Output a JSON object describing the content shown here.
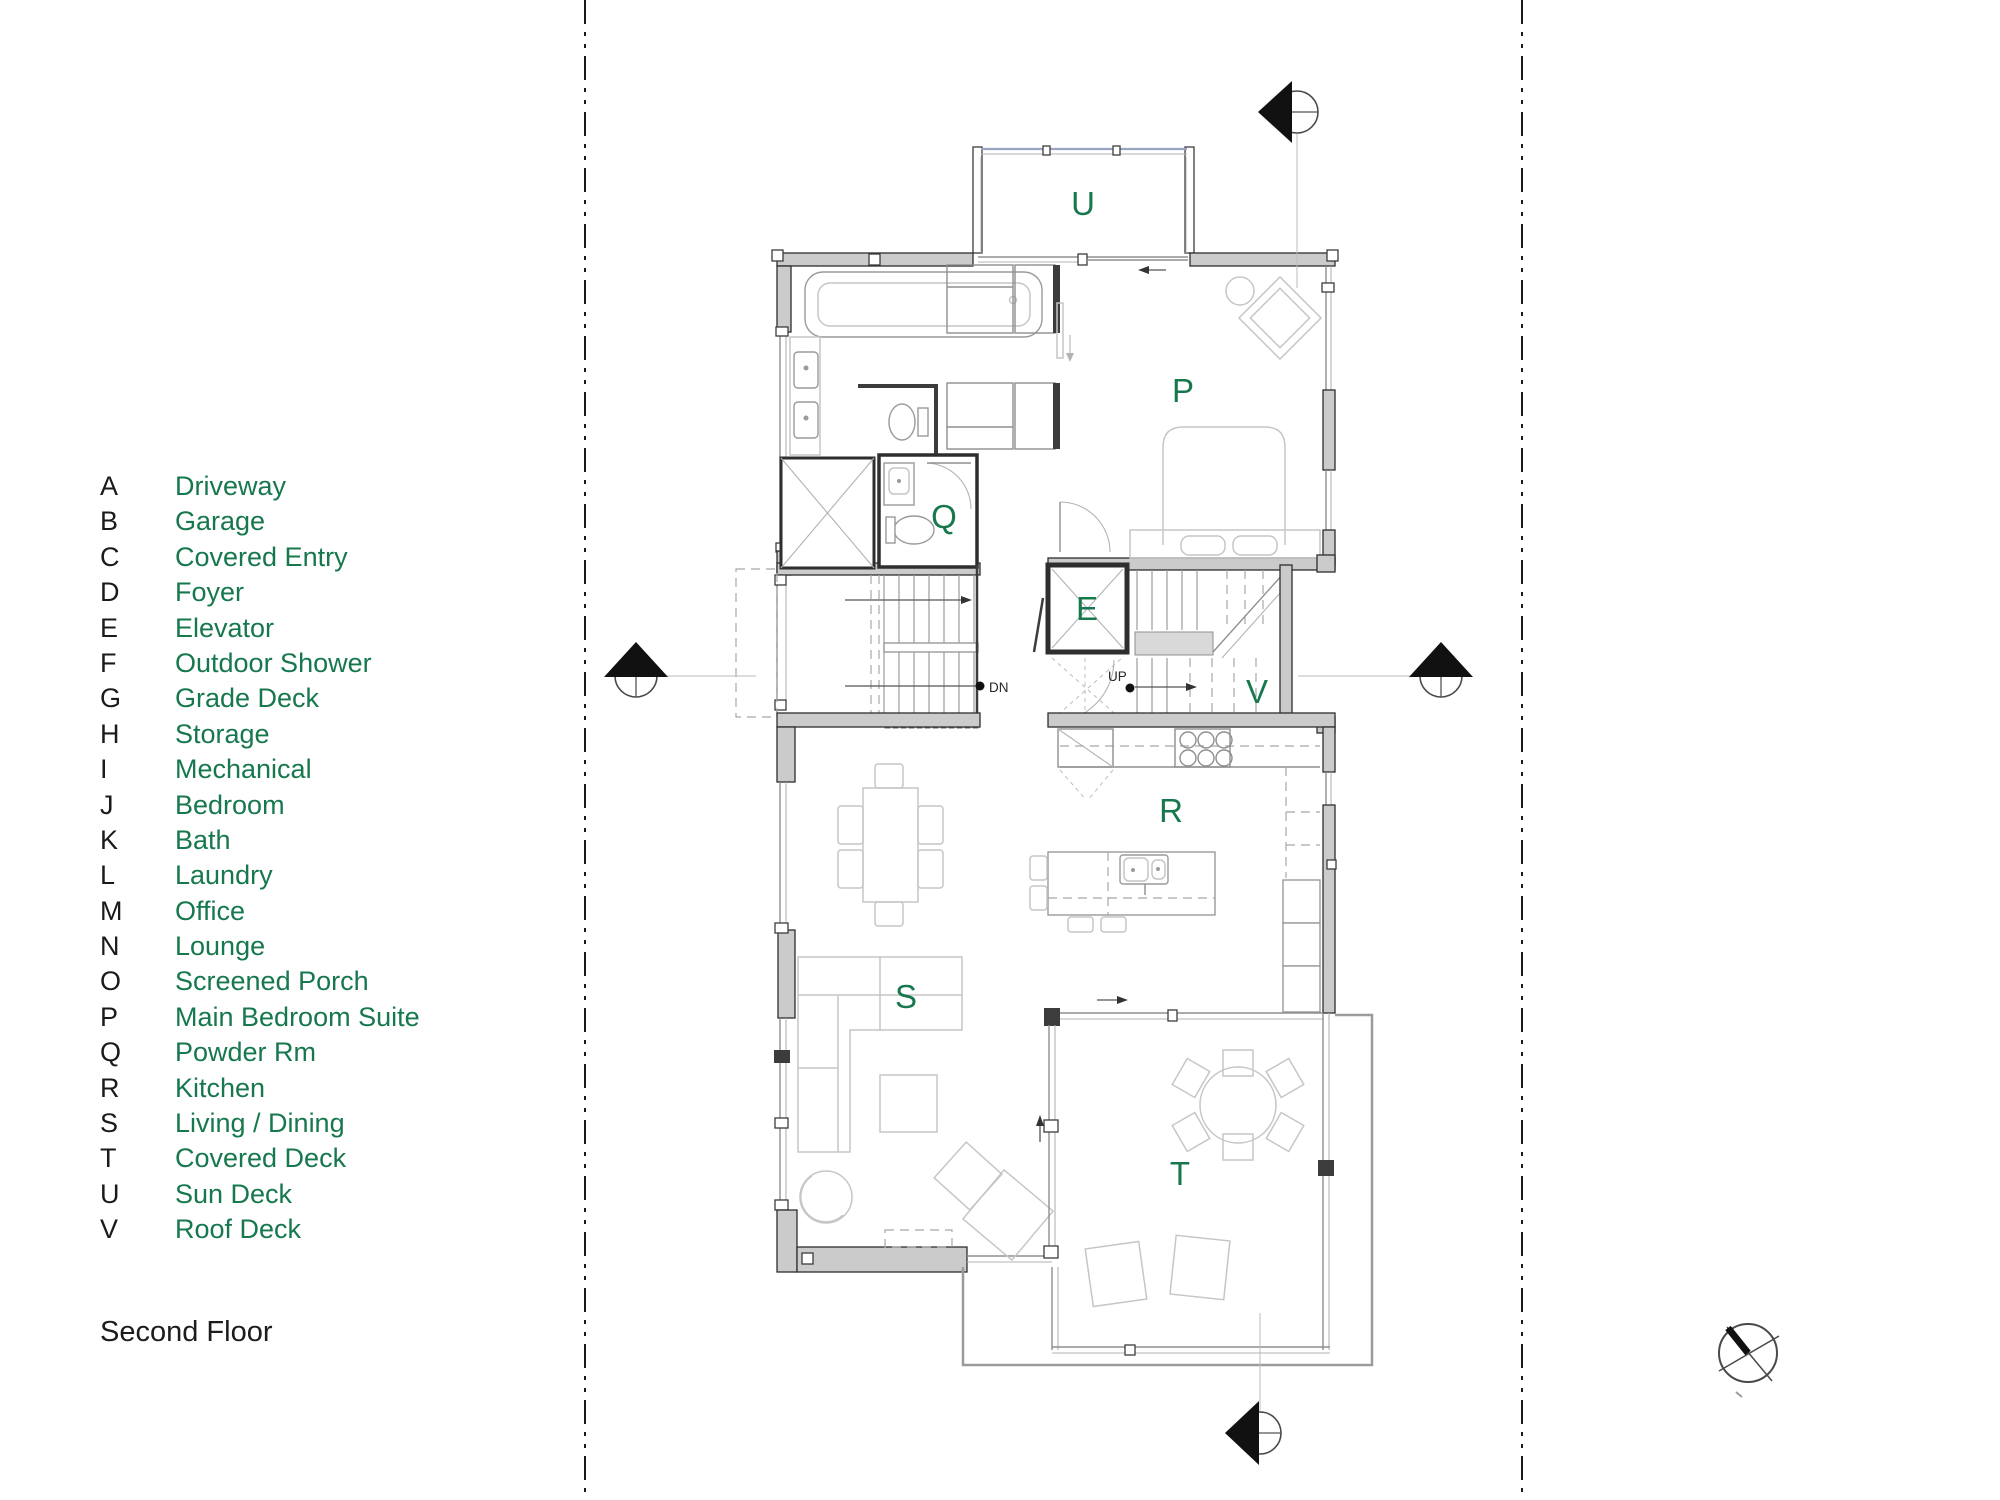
{
  "title": "Second Floor",
  "colors": {
    "accent_green": "#17784e",
    "wall_gray": "#cbcbcb",
    "line_dark": "#2e2e2e"
  },
  "legend": {
    "items": [
      {
        "key": "A",
        "label": "Driveway"
      },
      {
        "key": "B",
        "label": "Garage"
      },
      {
        "key": "C",
        "label": "Covered Entry"
      },
      {
        "key": "D",
        "label": "Foyer"
      },
      {
        "key": "E",
        "label": "Elevator"
      },
      {
        "key": "F",
        "label": "Outdoor Shower"
      },
      {
        "key": "G",
        "label": "Grade Deck"
      },
      {
        "key": "H",
        "label": "Storage"
      },
      {
        "key": "I",
        "label": "Mechanical"
      },
      {
        "key": "J",
        "label": "Bedroom"
      },
      {
        "key": "K",
        "label": "Bath"
      },
      {
        "key": "L",
        "label": "Laundry"
      },
      {
        "key": "M",
        "label": "Office"
      },
      {
        "key": "N",
        "label": "Lounge"
      },
      {
        "key": "O",
        "label": "Screened Porch"
      },
      {
        "key": "P",
        "label": "Main Bedroom Suite"
      },
      {
        "key": "Q",
        "label": "Powder Rm"
      },
      {
        "key": "R",
        "label": "Kitchen"
      },
      {
        "key": "S",
        "label": "Living / Dining"
      },
      {
        "key": "T",
        "label": "Covered Deck"
      },
      {
        "key": "U",
        "label": "Sun Deck"
      },
      {
        "key": "V",
        "label": "Roof Deck"
      }
    ]
  },
  "plan": {
    "room_labels": [
      {
        "id": "sun-deck",
        "text": "U"
      },
      {
        "id": "main-bedroom-suite",
        "text": "P"
      },
      {
        "id": "powder-rm",
        "text": "Q"
      },
      {
        "id": "elevator",
        "text": "E"
      },
      {
        "id": "roof-deck",
        "text": "V"
      },
      {
        "id": "kitchen",
        "text": "R"
      },
      {
        "id": "living-dining",
        "text": "S"
      },
      {
        "id": "covered-deck",
        "text": "T"
      }
    ],
    "annotations": {
      "down": "DN",
      "up": "UP"
    }
  }
}
